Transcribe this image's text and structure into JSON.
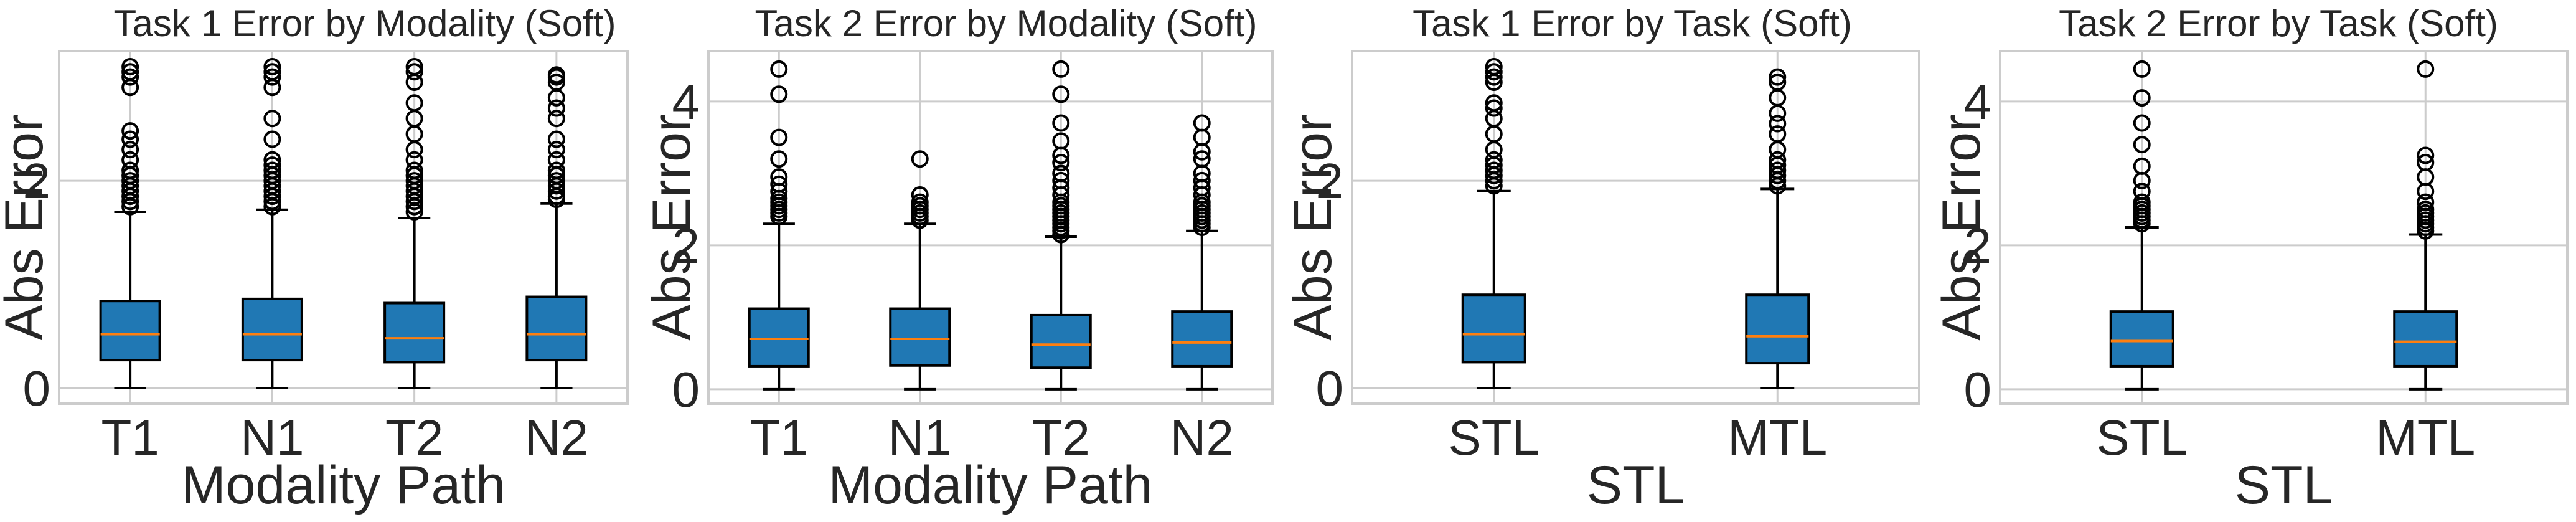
{
  "colors": {
    "box_fill": "#2078b4",
    "median": "#ff7f0e",
    "grid": "#cccccc",
    "text": "#262626"
  },
  "chart_data": [
    {
      "type": "box",
      "title": "Task 1 Error by Modality (Soft)",
      "xlabel": "Modality Path",
      "ylabel": "Abs Error",
      "ylim": [
        -0.15,
        3.25
      ],
      "yticks": [
        0,
        2
      ],
      "grid": true,
      "categories": [
        "T1",
        "N1",
        "T2",
        "N2"
      ],
      "boxes": [
        {
          "label": "T1",
          "whislo": 0.0,
          "q1": 0.27,
          "med": 0.52,
          "q3": 0.84,
          "whishi": 1.7,
          "fliers": [
            1.75,
            1.8,
            1.85,
            1.9,
            1.95,
            2.0,
            2.05,
            2.1,
            2.2,
            2.3,
            2.4,
            2.48,
            2.9,
            3.0,
            3.05,
            3.1
          ]
        },
        {
          "label": "N1",
          "whislo": 0.0,
          "q1": 0.27,
          "med": 0.52,
          "q3": 0.86,
          "whishi": 1.72,
          "fliers": [
            1.75,
            1.8,
            1.85,
            1.9,
            1.95,
            2.0,
            2.05,
            2.1,
            2.15,
            2.2,
            2.4,
            2.6,
            2.9,
            3.0,
            3.05,
            3.1
          ]
        },
        {
          "label": "T2",
          "whislo": 0.0,
          "q1": 0.25,
          "med": 0.48,
          "q3": 0.82,
          "whishi": 1.64,
          "fliers": [
            1.7,
            1.75,
            1.8,
            1.85,
            1.9,
            1.95,
            2.0,
            2.05,
            2.1,
            2.2,
            2.3,
            2.45,
            2.6,
            2.75,
            2.95,
            3.05,
            3.1
          ]
        },
        {
          "label": "N2",
          "whislo": 0.0,
          "q1": 0.27,
          "med": 0.52,
          "q3": 0.88,
          "whishi": 1.78,
          "fliers": [
            1.82,
            1.85,
            1.9,
            1.95,
            2.0,
            2.05,
            2.1,
            2.2,
            2.3,
            2.4,
            2.6,
            2.7,
            2.8,
            2.95,
            3.0,
            3.02
          ]
        }
      ]
    },
    {
      "type": "box",
      "title": "Task 2 Error by Modality (Soft)",
      "xlabel": "Modality Path",
      "ylabel": "Abs Error",
      "ylim": [
        -0.2,
        4.7
      ],
      "yticks": [
        0,
        2,
        4
      ],
      "grid": true,
      "categories": [
        "T1",
        "N1",
        "T2",
        "N2"
      ],
      "boxes": [
        {
          "label": "T1",
          "whislo": 0.0,
          "q1": 0.32,
          "med": 0.7,
          "q3": 1.12,
          "whishi": 2.3,
          "fliers": [
            2.4,
            2.45,
            2.5,
            2.55,
            2.6,
            2.65,
            2.75,
            2.85,
            2.95,
            3.2,
            3.5,
            4.1,
            4.45
          ]
        },
        {
          "label": "N1",
          "whislo": 0.0,
          "q1": 0.33,
          "med": 0.7,
          "q3": 1.12,
          "whishi": 2.3,
          "fliers": [
            2.35,
            2.4,
            2.45,
            2.5,
            2.55,
            2.6,
            2.7,
            3.2
          ]
        },
        {
          "label": "T2",
          "whislo": 0.0,
          "q1": 0.3,
          "med": 0.62,
          "q3": 1.03,
          "whishi": 2.12,
          "fliers": [
            2.15,
            2.2,
            2.25,
            2.3,
            2.35,
            2.4,
            2.45,
            2.5,
            2.55,
            2.6,
            2.7,
            2.8,
            2.9,
            3.0,
            3.15,
            3.25,
            3.45,
            3.7,
            4.1,
            4.45
          ]
        },
        {
          "label": "N2",
          "whislo": 0.0,
          "q1": 0.32,
          "med": 0.65,
          "q3": 1.08,
          "whishi": 2.2,
          "fliers": [
            2.25,
            2.3,
            2.35,
            2.4,
            2.45,
            2.5,
            2.55,
            2.6,
            2.7,
            2.8,
            2.9,
            3.0,
            3.2,
            3.3,
            3.5,
            3.7
          ]
        }
      ]
    },
    {
      "type": "box",
      "title": "Task 1 Error by Task (Soft)",
      "xlabel": "STL",
      "ylabel": "Abs Error",
      "ylim": [
        -0.15,
        3.25
      ],
      "yticks": [
        0,
        2
      ],
      "grid": true,
      "categories": [
        "STL",
        "MTL"
      ],
      "boxes": [
        {
          "label": "STL",
          "whislo": 0.0,
          "q1": 0.25,
          "med": 0.52,
          "q3": 0.9,
          "whishi": 1.9,
          "fliers": [
            1.95,
            2.0,
            2.05,
            2.1,
            2.15,
            2.2,
            2.3,
            2.45,
            2.6,
            2.7,
            2.75,
            2.95,
            3.0,
            3.05,
            3.1
          ]
        },
        {
          "label": "MTL",
          "whislo": 0.0,
          "q1": 0.24,
          "med": 0.5,
          "q3": 0.9,
          "whishi": 1.92,
          "fliers": [
            1.95,
            2.0,
            2.05,
            2.1,
            2.15,
            2.2,
            2.3,
            2.45,
            2.55,
            2.65,
            2.8,
            2.95,
            3.0
          ]
        }
      ]
    },
    {
      "type": "box",
      "title": "Task 2 Error by Task (Soft)",
      "xlabel": "STL",
      "ylabel": "Abs Error",
      "ylim": [
        -0.2,
        4.7
      ],
      "yticks": [
        0,
        2,
        4
      ],
      "grid": true,
      "categories": [
        "STL",
        "MTL"
      ],
      "boxes": [
        {
          "label": "STL",
          "whislo": 0.0,
          "q1": 0.32,
          "med": 0.67,
          "q3": 1.08,
          "whishi": 2.25,
          "fliers": [
            2.3,
            2.35,
            2.4,
            2.45,
            2.5,
            2.55,
            2.6,
            2.75,
            2.9,
            3.1,
            3.4,
            3.7,
            4.05,
            4.45
          ]
        },
        {
          "label": "MTL",
          "whislo": 0.0,
          "q1": 0.32,
          "med": 0.66,
          "q3": 1.08,
          "whishi": 2.15,
          "fliers": [
            2.2,
            2.25,
            2.3,
            2.35,
            2.4,
            2.45,
            2.5,
            2.6,
            2.75,
            2.95,
            3.15,
            3.25,
            4.45
          ]
        }
      ]
    }
  ]
}
